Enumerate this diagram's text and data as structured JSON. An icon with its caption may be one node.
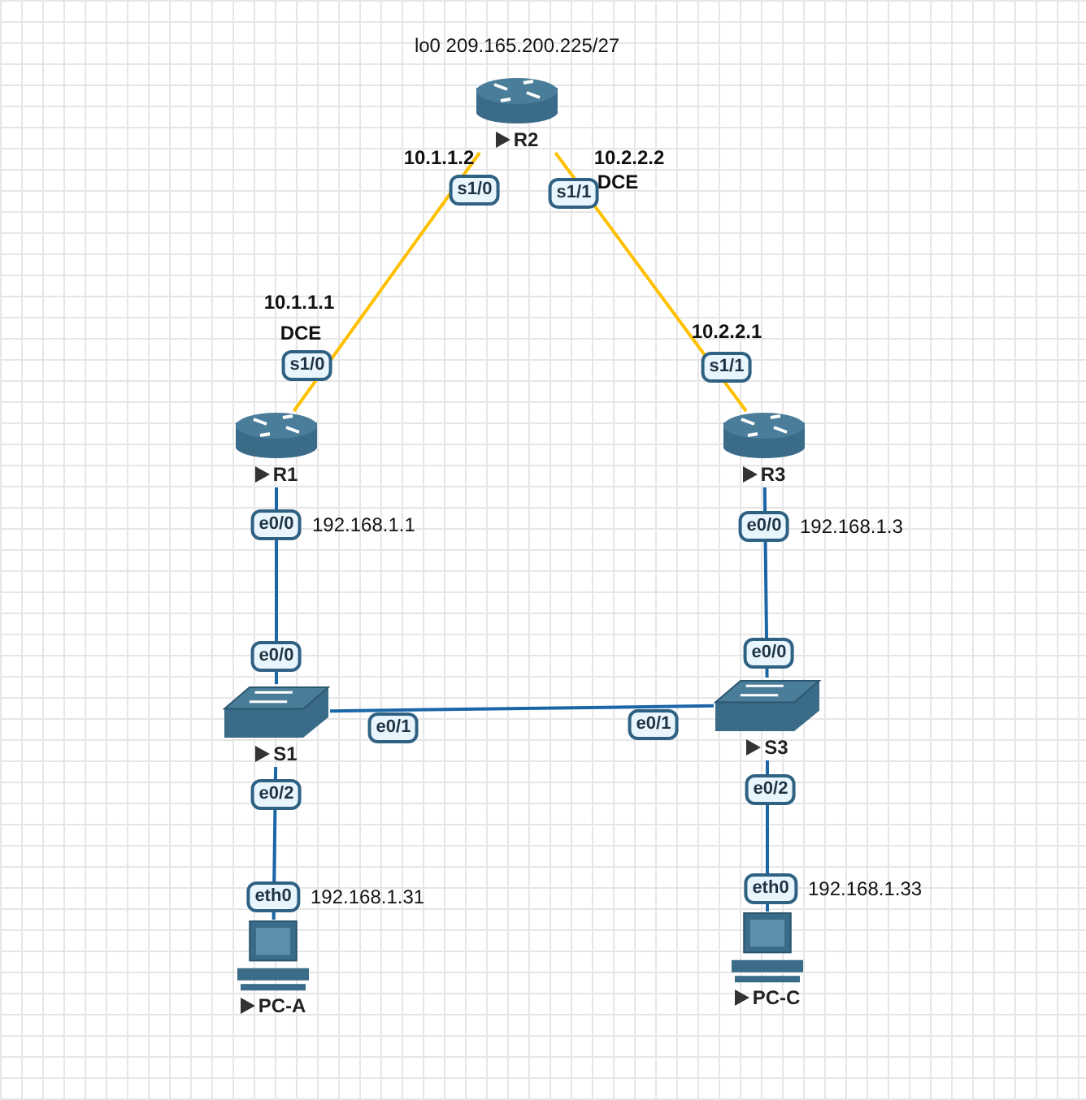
{
  "diagram": {
    "nodes": [
      {
        "text": [
          "R2"
        ],
        "beside": [
          "lo0 209.165.200.225/27"
        ]
      },
      {
        "text": [
          "R1"
        ]
      },
      {
        "text": [
          "R3"
        ]
      },
      {
        "text": [
          "S1"
        ]
      },
      {
        "text": [
          "S3"
        ]
      },
      {
        "text": [
          "PC-A"
        ]
      },
      {
        "text": [
          "PC-C"
        ]
      }
    ],
    "edges": [
      {
        "from": 0,
        "to": 1,
        "arrow": "none",
        "color": "#ffc000"
      },
      {
        "from": 0,
        "to": 2,
        "arrow": "none",
        "color": "#ffc000"
      },
      {
        "from": 1,
        "to": 3,
        "arrow": "none"
      },
      {
        "from": 2,
        "to": 4,
        "arrow": "none"
      },
      {
        "from": 3,
        "to": 4,
        "arrow": "none"
      },
      {
        "from": 3,
        "to": 5,
        "arrow": "none"
      },
      {
        "from": 4,
        "to": 6,
        "arrow": "none"
      }
    ],
    "labels": [
      "10.1.1.2",
      "s1/0",
      "10.2.2.2",
      "DCE",
      "s1/1",
      "10.1.1.1",
      "DCE",
      "s1/0",
      "10.2.2.1",
      "s1/1",
      "e0/0",
      "192.168.1.1",
      "e0/0",
      "192.168.1.3",
      "e0/0",
      "e0/0",
      "e0/1",
      "e0/1",
      "e0/2",
      "e0/2",
      "eth0",
      "192.168.1.31",
      "eth0",
      "192.168.1.33"
    ]
  }
}
